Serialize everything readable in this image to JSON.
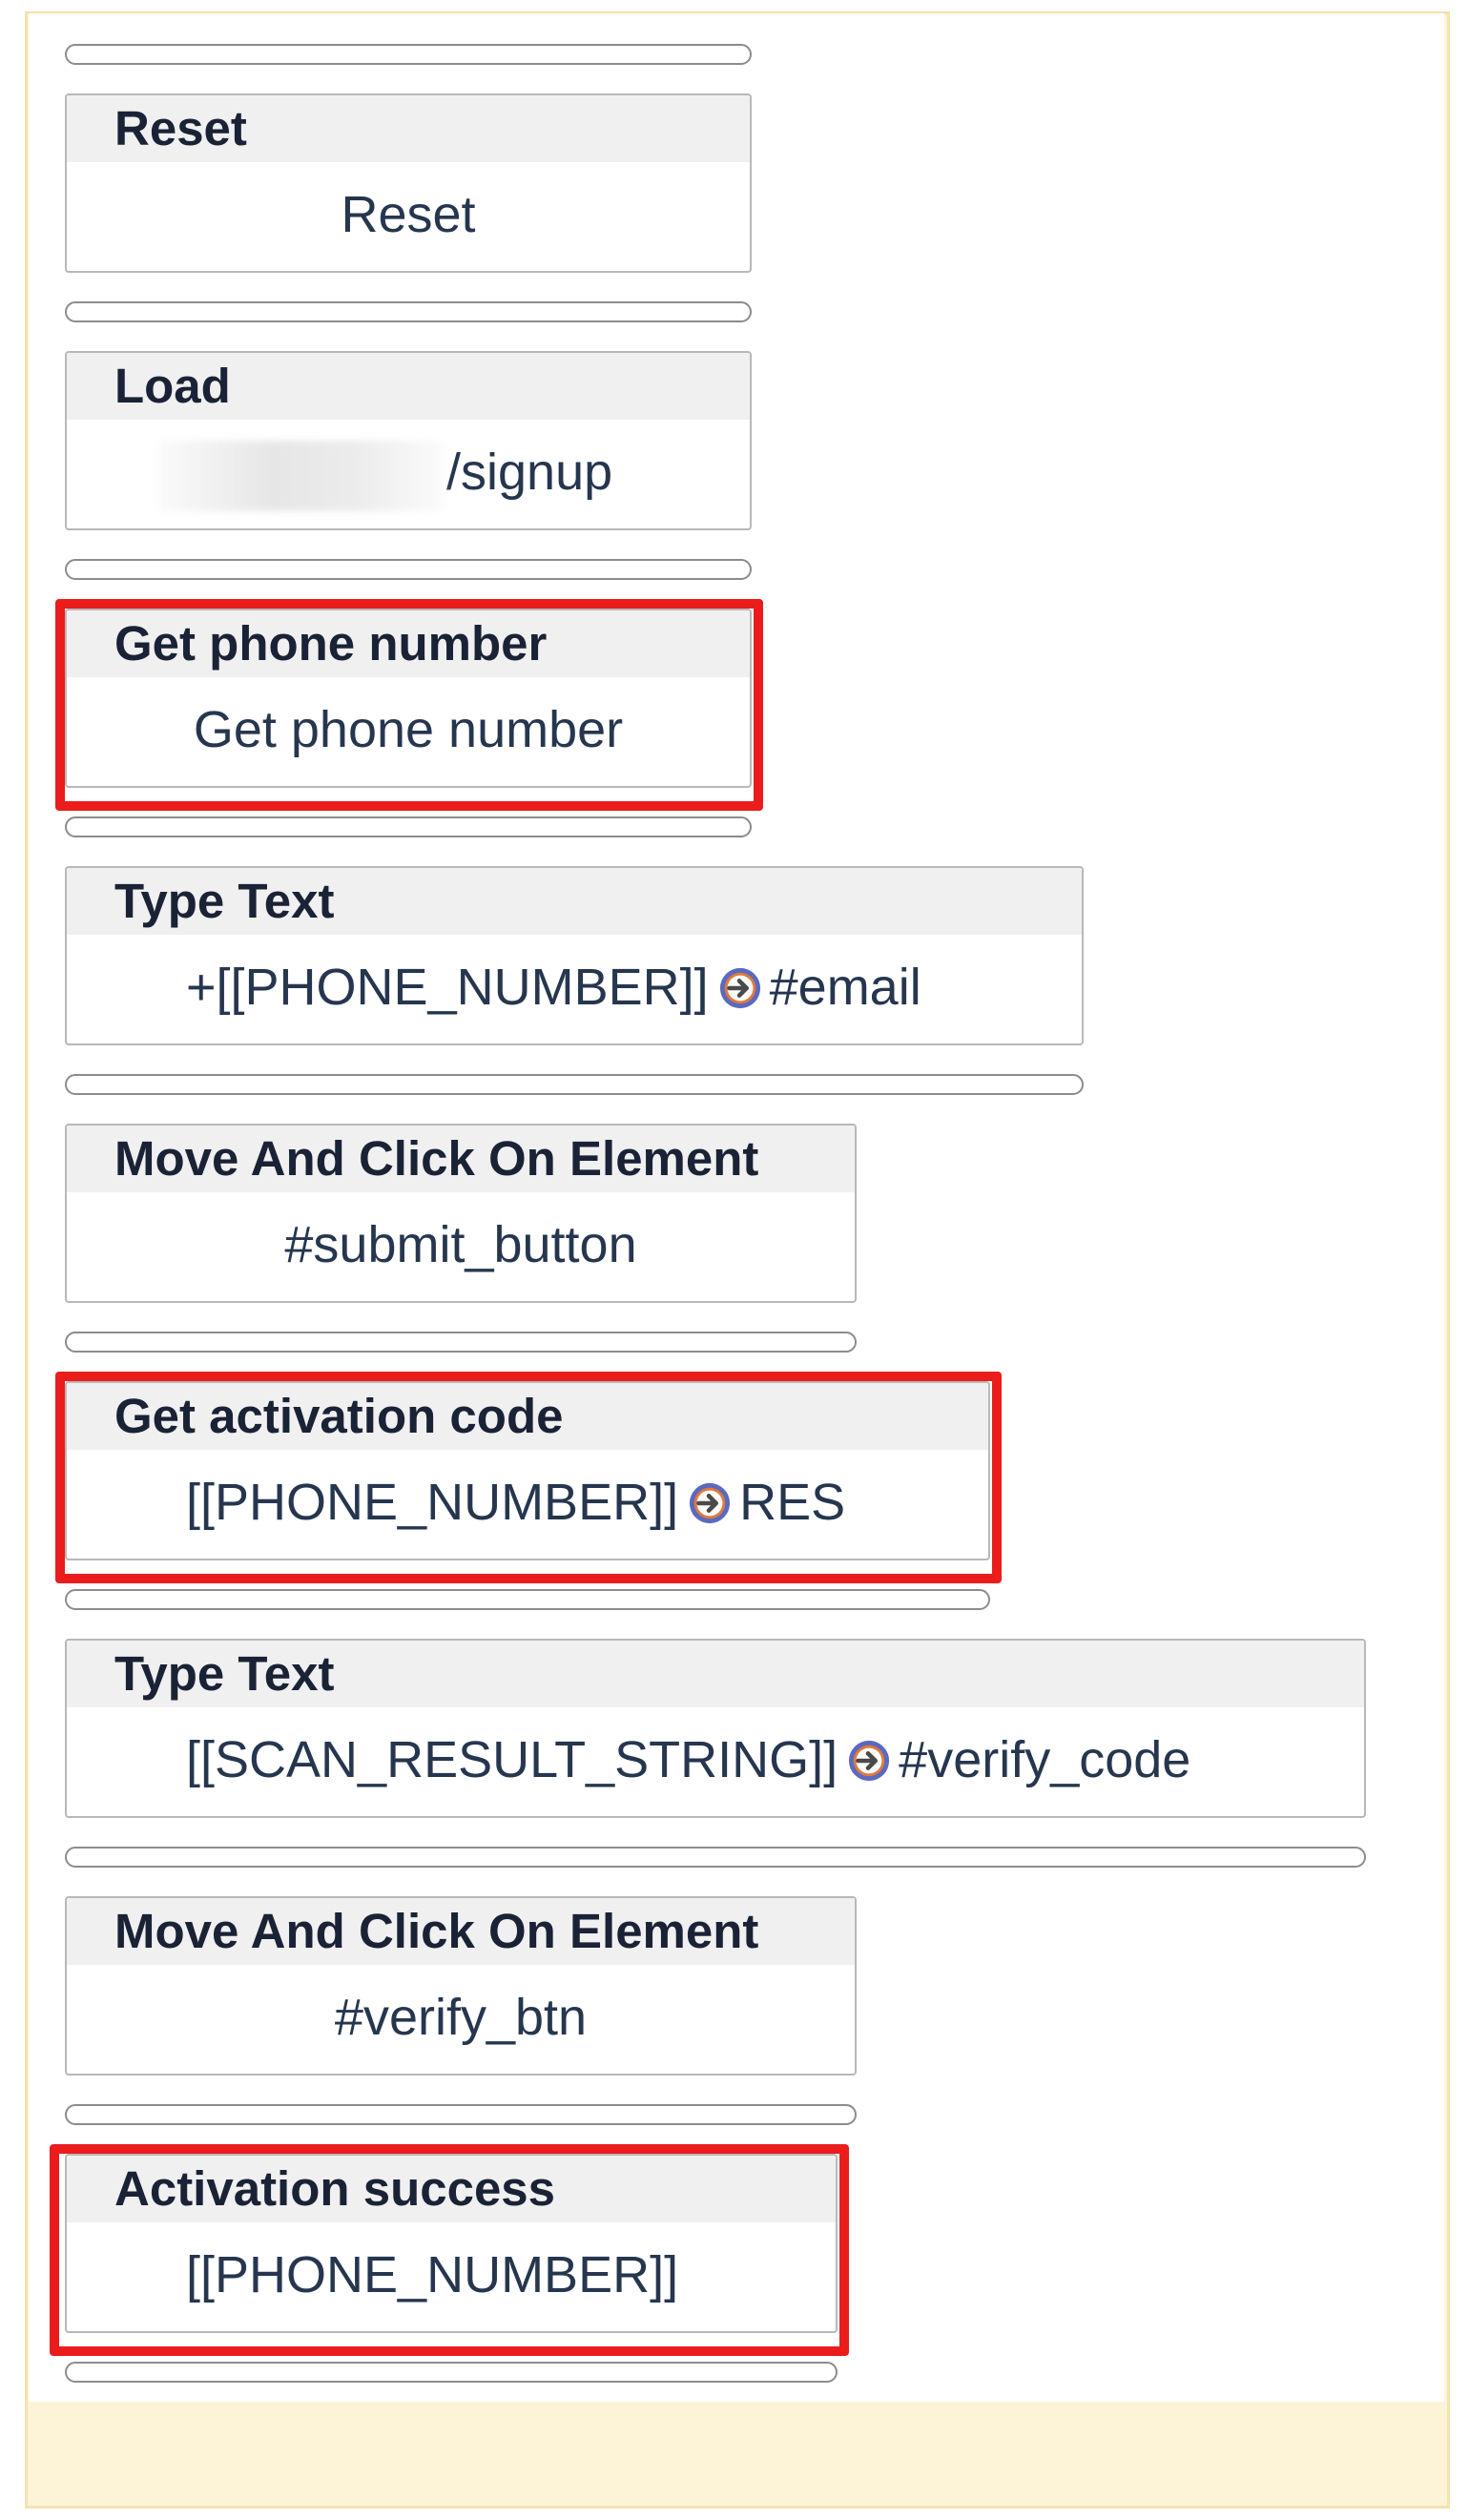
{
  "colors": {
    "highlight": "#ea1c1c",
    "canvas_background": "#fdf3d7",
    "block_header_background": "#f0f0f0",
    "arrow_icon": "#5b6abf"
  },
  "steps": [
    {
      "title": "Reset",
      "body": "Reset"
    },
    {
      "title": "Load",
      "body": "/signup"
    },
    {
      "title": "Get phone number",
      "body": "Get phone number",
      "highlighted": true
    },
    {
      "title": "Type Text",
      "value": "+[[PHONE_NUMBER]]",
      "target": "#email"
    },
    {
      "title": "Move And Click On Element",
      "body": "#submit_button"
    },
    {
      "title": "Get activation code",
      "value": "[[PHONE_NUMBER]]",
      "target": "RES",
      "highlighted": true
    },
    {
      "title": "Type Text",
      "value": "[[SCAN_RESULT_STRING]]",
      "target": "#verify_code"
    },
    {
      "title": "Move And Click On Element",
      "body": "#verify_btn"
    },
    {
      "title": "Activation success",
      "body": "[[PHONE_NUMBER]]",
      "highlighted": true
    }
  ],
  "icons": {
    "arrow": "arrow-right-circle-icon"
  }
}
